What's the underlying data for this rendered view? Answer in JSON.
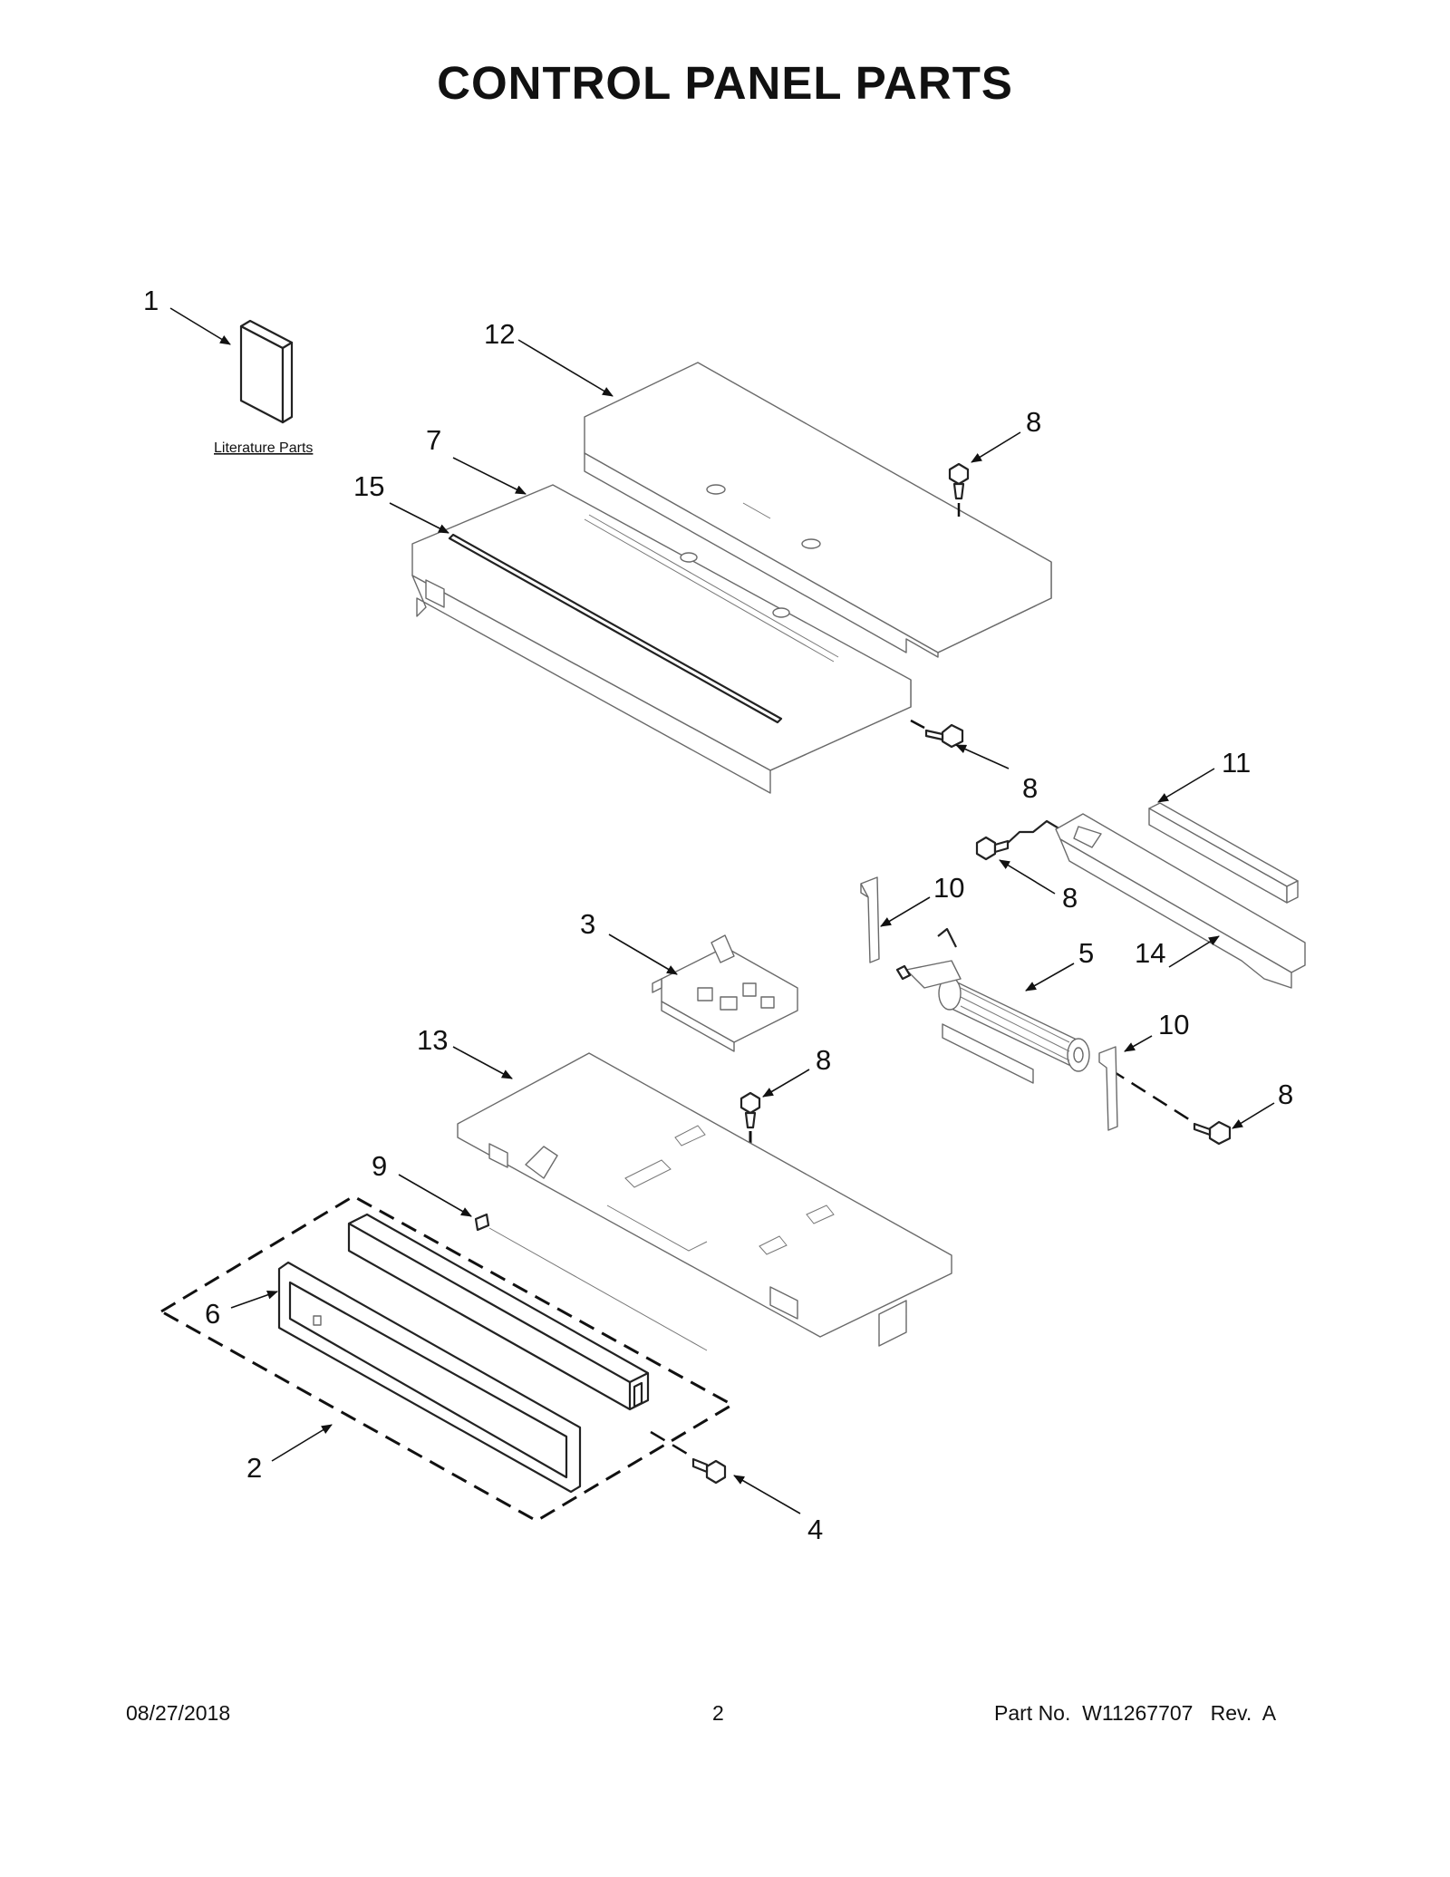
{
  "title": "CONTROL PANEL PARTS",
  "literature_label": "Literature Parts",
  "callouts": {
    "c1": "1",
    "c2": "2",
    "c3": "3",
    "c4": "4",
    "c5": "5",
    "c6": "6",
    "c7": "7",
    "c8a": "8",
    "c8b": "8",
    "c8c": "8",
    "c8d": "8",
    "c8e": "8",
    "c9": "9",
    "c10a": "10",
    "c10b": "10",
    "c11": "11",
    "c12": "12",
    "c13": "13",
    "c14": "14",
    "c15": "15"
  },
  "footer": {
    "date": "08/27/2018",
    "page": "2",
    "part_no": "Part No.  W11267707   Rev.  A"
  }
}
